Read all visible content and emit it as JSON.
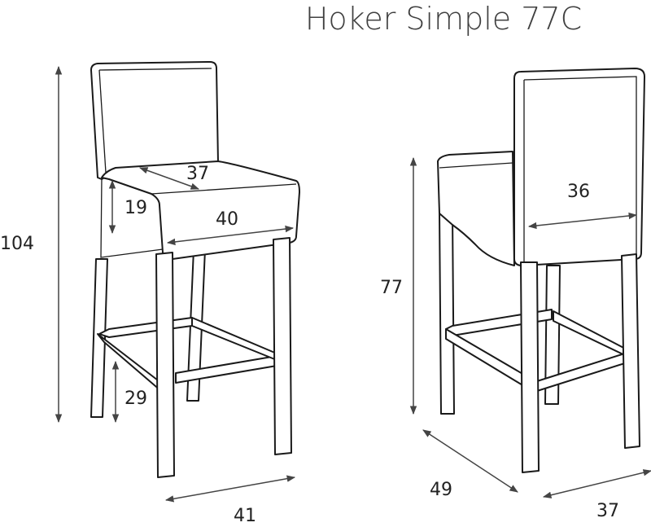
{
  "title": "Hoker Simple 77C",
  "colors": {
    "outline": "#1a1a1a",
    "arrow": "#444444",
    "text": "#222222"
  },
  "front_view": {
    "total_height": "104",
    "seat_depth": "37",
    "cushion_thickness": "19",
    "seat_width": "40",
    "footrest_height": "29",
    "leg_span": "41"
  },
  "back_view": {
    "seat_height": "77",
    "back_width": "36",
    "base_depth": "49",
    "base_width": "37"
  }
}
